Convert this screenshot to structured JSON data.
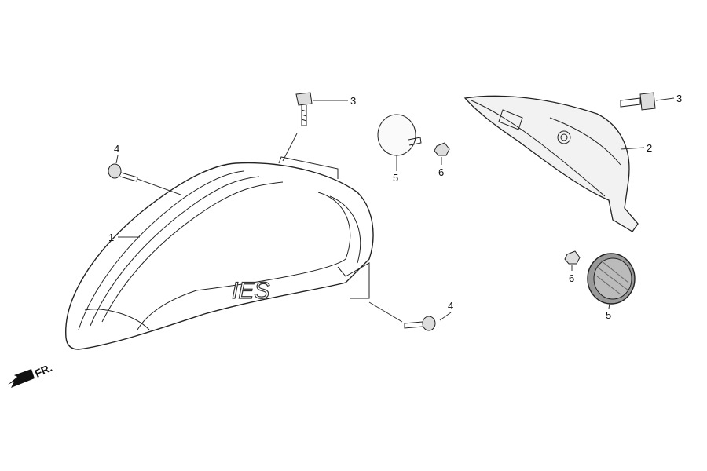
{
  "diagram": {
    "title": "Front fender exploded parts view",
    "callouts": [
      {
        "id": "1",
        "part": "front-fender"
      },
      {
        "id": "2",
        "part": "inner-cover"
      },
      {
        "id": "3",
        "part": "bolt-top"
      },
      {
        "id": "3",
        "part": "bolt-right"
      },
      {
        "id": "4",
        "part": "screw-left"
      },
      {
        "id": "4",
        "part": "screw-bottom"
      },
      {
        "id": "5",
        "part": "cap-plain"
      },
      {
        "id": "5",
        "part": "reflector"
      },
      {
        "id": "6",
        "part": "nut-top"
      },
      {
        "id": "6",
        "part": "nut-bottom"
      }
    ],
    "direction_label": "FR.",
    "logo": "IES"
  }
}
